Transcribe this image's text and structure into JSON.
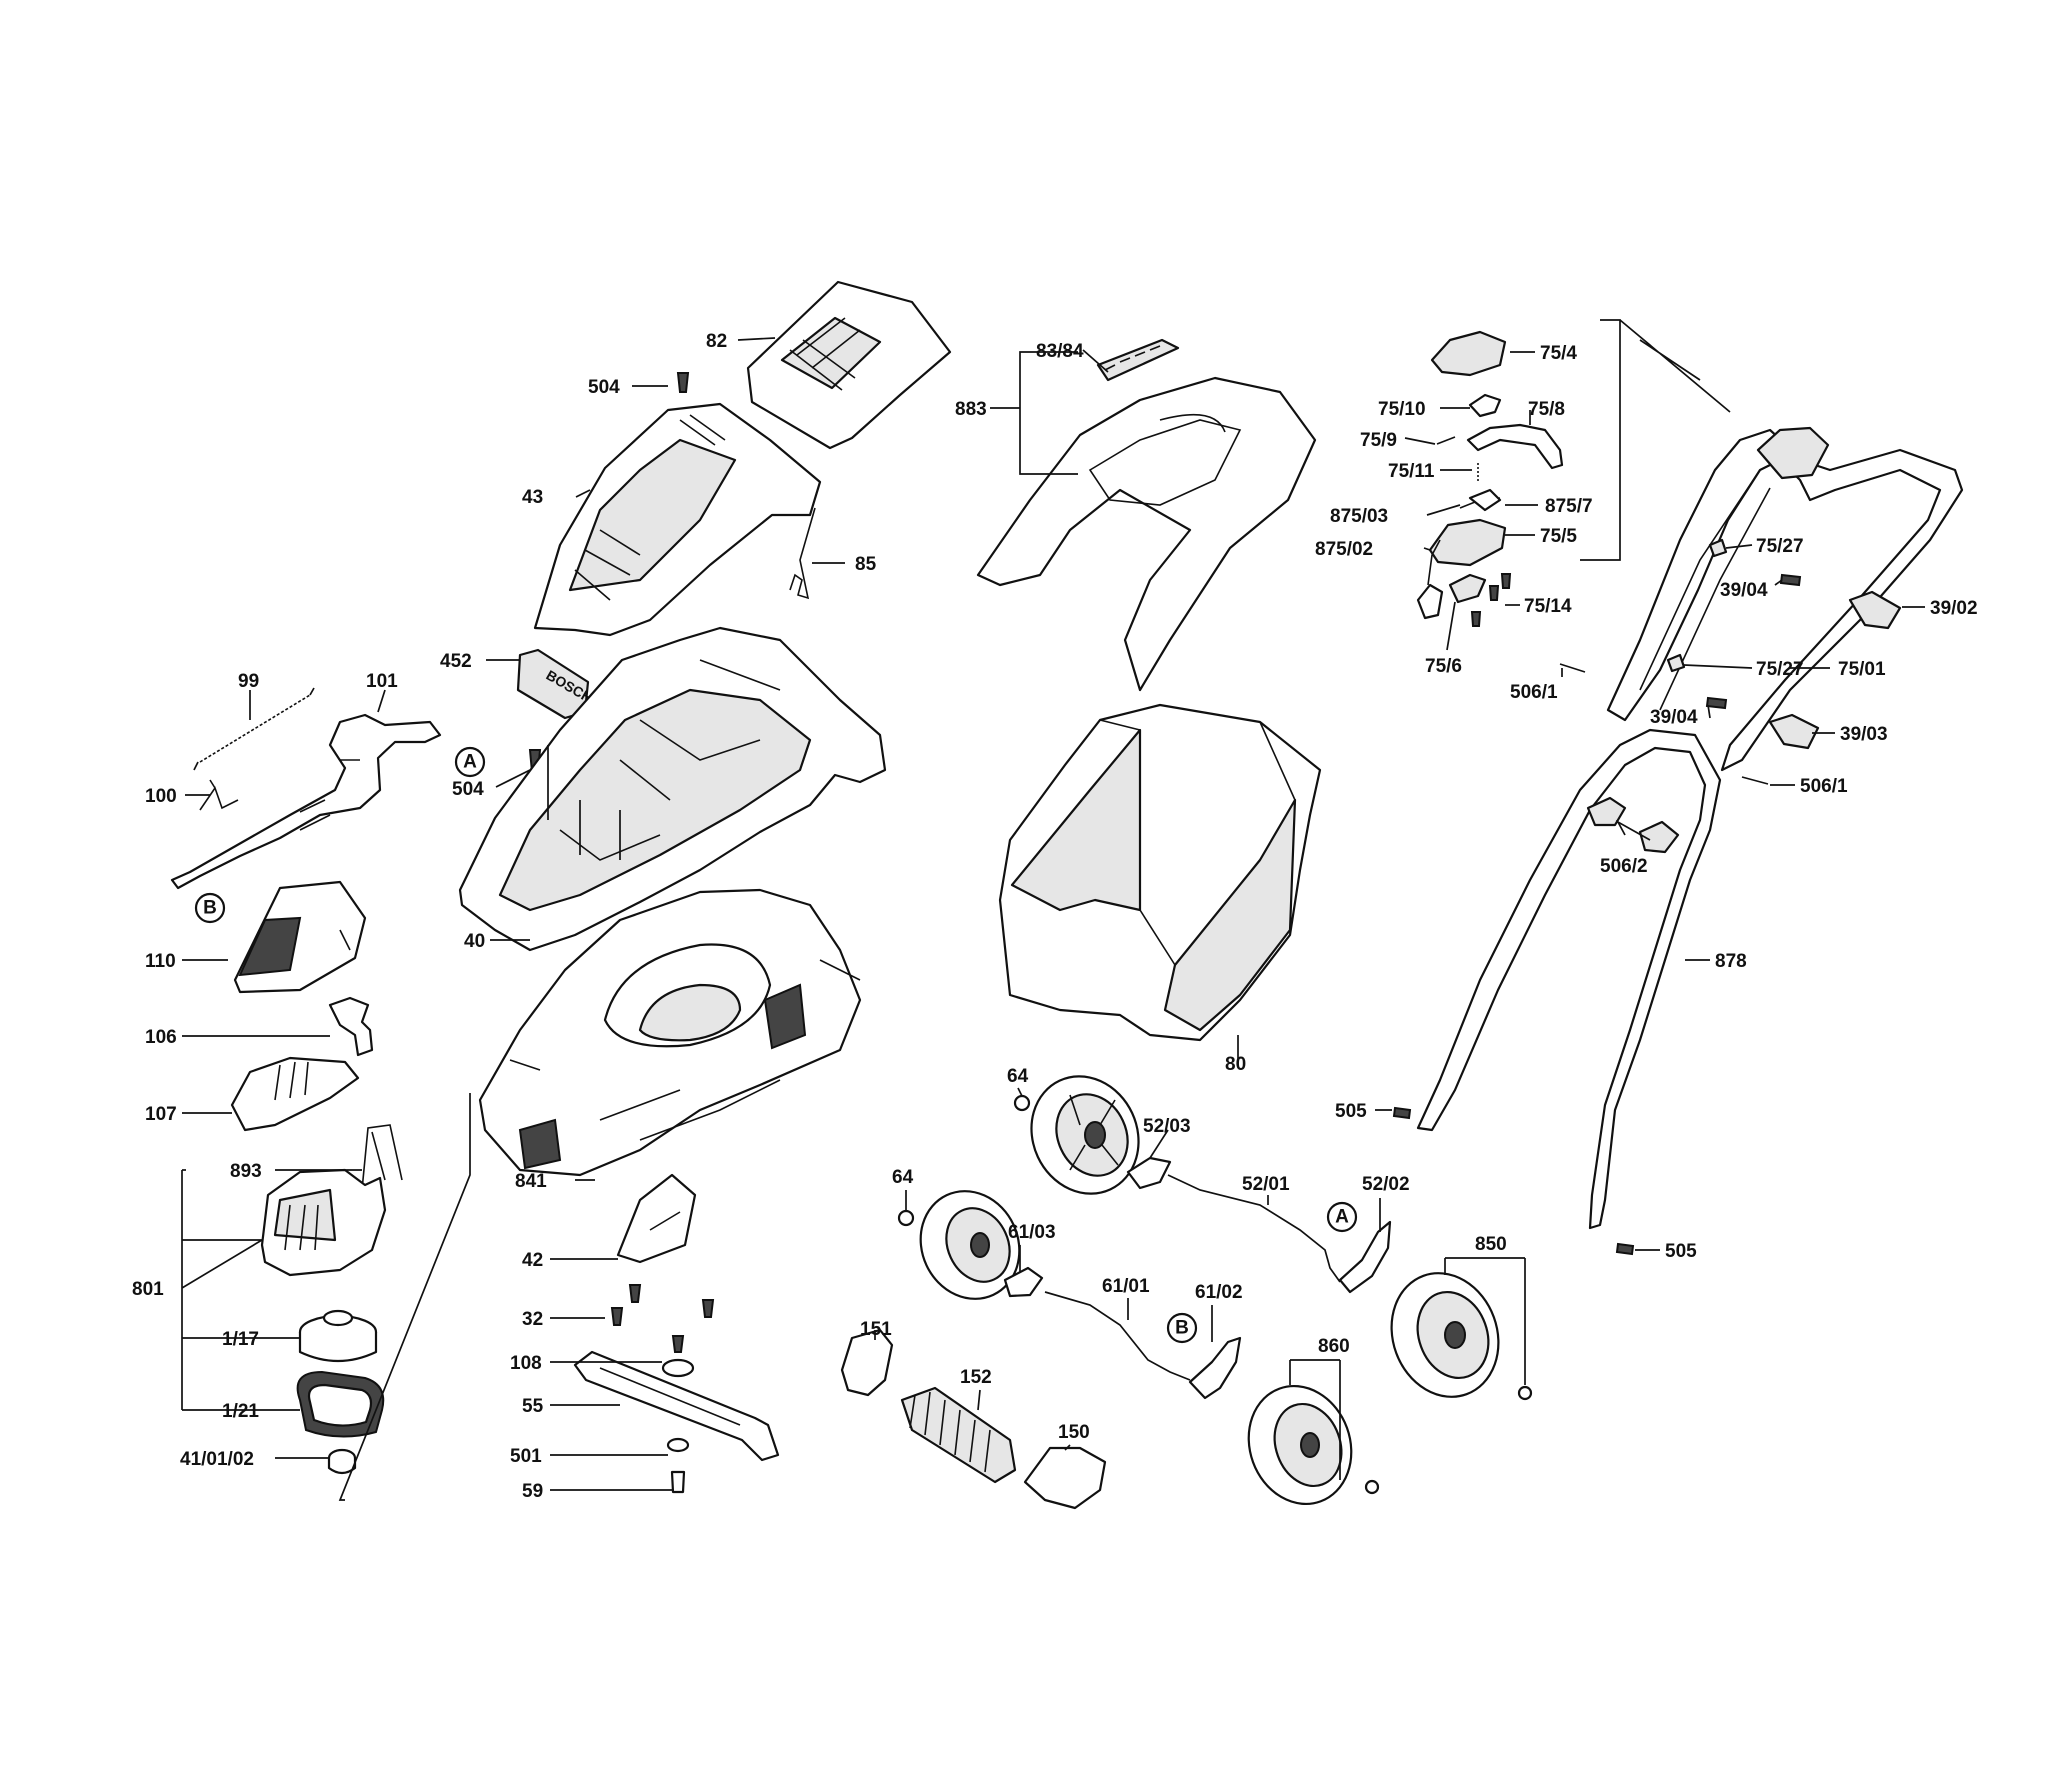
{
  "diagram": {
    "labels": {
      "p82": "82",
      "p504a": "504",
      "p43": "43",
      "p85": "85",
      "p452": "452",
      "p504b": "504",
      "p40": "40",
      "p99": "99",
      "p101": "101",
      "p100": "100",
      "p110": "110",
      "p106": "106",
      "p107": "107",
      "p893": "893",
      "p801": "801",
      "p1_17": "1/17",
      "p1_21": "1/21",
      "p41_01_02": "41/01/02",
      "p841": "841",
      "p42": "42",
      "p32": "32",
      "p108": "108",
      "p55": "55",
      "p501": "501",
      "p59": "59",
      "p83_84": "83/84",
      "p883": "883",
      "p80": "80",
      "p64a": "64",
      "p64b": "64",
      "p52_03": "52/03",
      "p52_01": "52/01",
      "p52_02": "52/02",
      "p61_03": "61/03",
      "p61_01": "61/01",
      "p61_02": "61/02",
      "p151": "151",
      "p152": "152",
      "p150": "150",
      "p860": "860",
      "p850": "850",
      "p75_4": "75/4",
      "p75_10": "75/10",
      "p75_8": "75/8",
      "p75_9": "75/9",
      "p75_11": "75/11",
      "p875_03": "875/03",
      "p875_7": "875/7",
      "p875_02": "875/02",
      "p75_5": "75/5",
      "p75_14": "75/14",
      "p75_6": "75/6",
      "p75_27a": "75/27",
      "p39_04a": "39/04",
      "p39_02": "39/02",
      "p75_27b": "75/27",
      "p75_01": "75/01",
      "p506_1a": "506/1",
      "p39_04b": "39/04",
      "p39_03": "39/03",
      "p506_1b": "506/1",
      "p506_2": "506/2",
      "p878": "878",
      "p505a": "505",
      "p505b": "505"
    },
    "connectors": {
      "A1": "A",
      "B1": "B",
      "A2": "A",
      "B2": "B"
    },
    "logo_text": "BOSCH"
  }
}
